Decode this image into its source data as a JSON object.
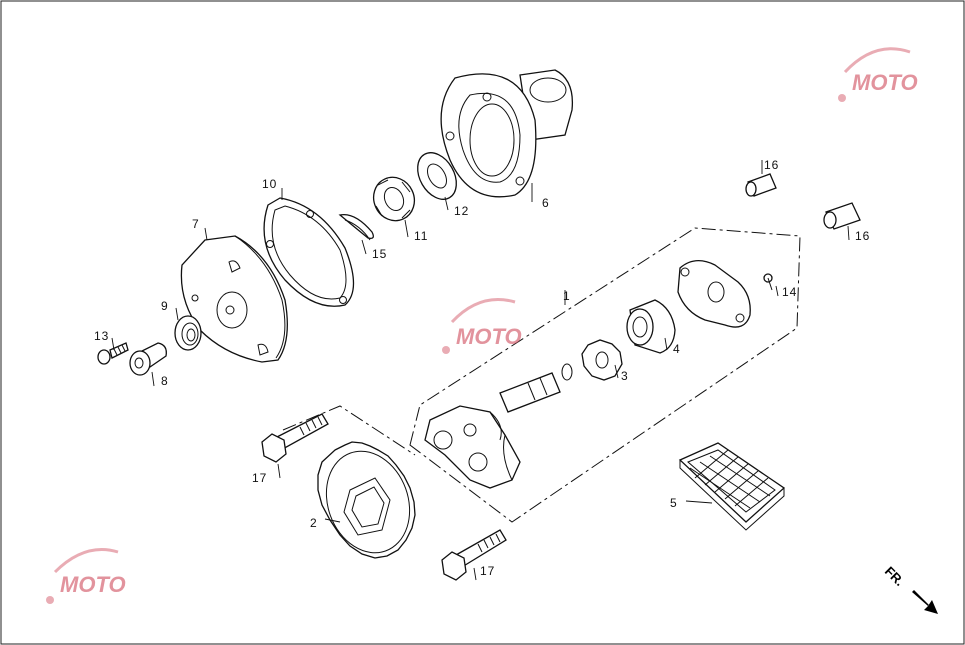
{
  "callouts": {
    "c1": "1",
    "c2": "2",
    "c3": "3",
    "c4": "4",
    "c5": "5",
    "c6": "6",
    "c7": "7",
    "c8": "8",
    "c9": "9",
    "c10": "10",
    "c11": "11",
    "c12": "12",
    "c13": "13",
    "c14": "14",
    "c15": "15",
    "c16a": "16",
    "c16b": "16",
    "c17a": "17",
    "c17b": "17"
  },
  "direction": {
    "label": "FR."
  },
  "watermark": {
    "text": "MOTO"
  },
  "colors": {
    "line": "#111111",
    "watermark": "#d45a6a",
    "background": "#ffffff"
  }
}
